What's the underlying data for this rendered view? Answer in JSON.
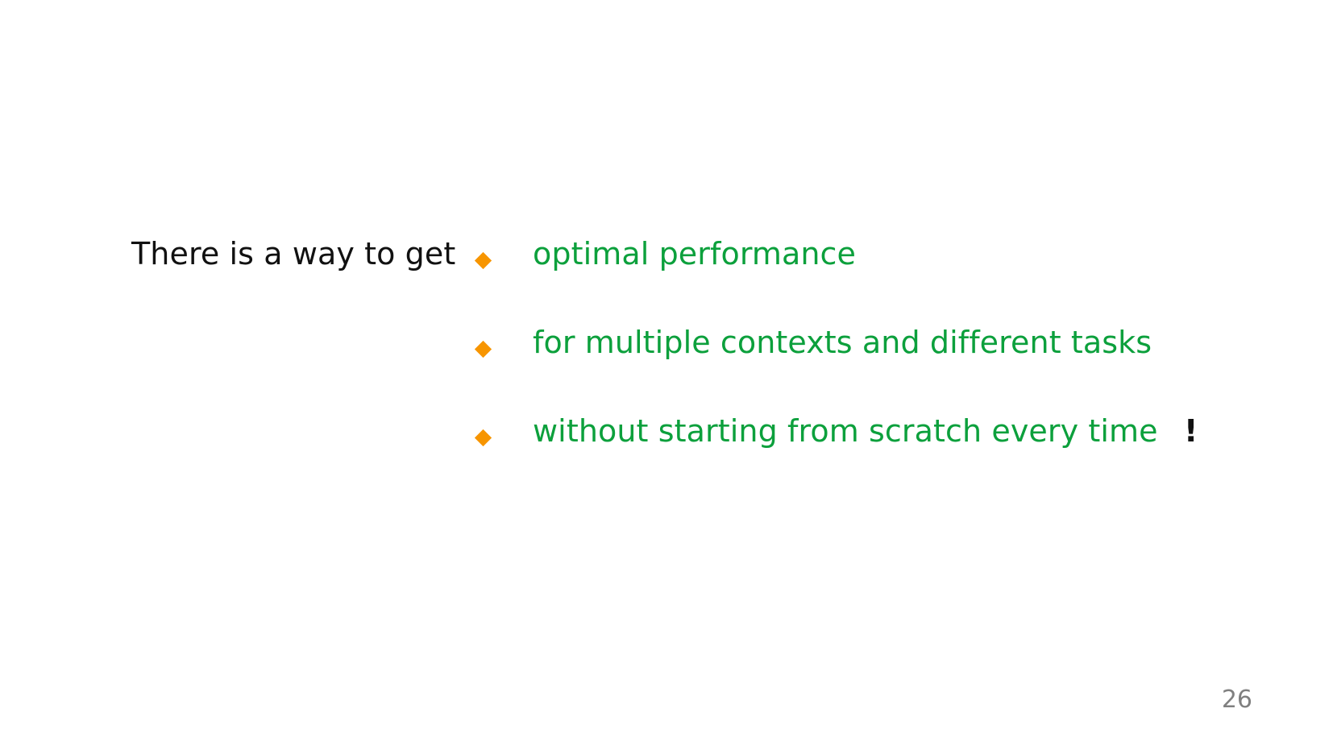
{
  "slide": {
    "background_color": "#ffffff",
    "lead_in_text": "There is a way to get",
    "lead_in_color": "#111111",
    "page_number": "26",
    "page_number_color": "#808080",
    "accent_green": "#0CA03C",
    "accent_orange": "#F79500",
    "bullet_glyph": "diamond",
    "bullets": [
      {
        "text": "optimal performance",
        "color": "#0CA03C",
        "trailing": ""
      },
      {
        "text": "for multiple contexts and different tasks",
        "color": "#0CA03C",
        "trailing": ""
      },
      {
        "text": "without starting from scratch every time",
        "color": "#0CA03C",
        "trailing": "!"
      }
    ]
  }
}
